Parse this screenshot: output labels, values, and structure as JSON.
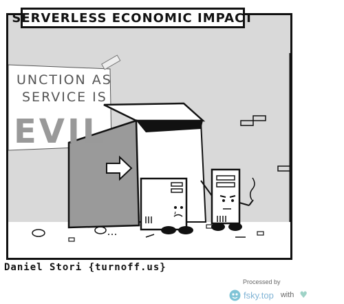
{
  "comic": {
    "title": "SERVERLESS ECONOMIC IMPACT",
    "poster": {
      "line1": "UNCTION AS",
      "line2": "SERVICE IS",
      "line3": "EVIL"
    },
    "credit": "Daniel Stori {turnoff.us}"
  },
  "watermark": {
    "processed_by": "Processed by",
    "brand": "fsky.top",
    "with": "with",
    "heart_icon": "heart-icon"
  },
  "colors": {
    "wall": "#d9d9d9",
    "ink": "#111111",
    "brand": "#7fb3d5",
    "heart": "#9fd3c7"
  }
}
